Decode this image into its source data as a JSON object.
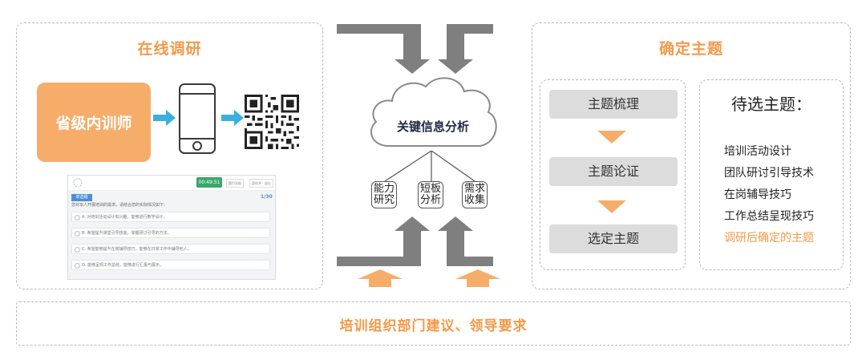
{
  "left": {
    "title": "在线调研",
    "trainer_label": "省级内训师"
  },
  "survey": {
    "timer": "00:49:51",
    "controls": [
      "题目导航",
      "暂存并 · 退出"
    ],
    "tag": "单选题",
    "question": "您对本人开展培训的需求，请结合您的实际情况如下：",
    "number": "1/30",
    "options": [
      "A. 对培训活动设计有兴趣，能够进行教学设计。",
      "B. 希望提升课堂引导技能，掌握研讨引导的方法。",
      "C. 希望能够提升在岗辅导技巧，能够在日常工作中辅导他人。",
      "D. 能够呈现工作总结，能够进行汇报与展示。"
    ]
  },
  "middle": {
    "cloud_label": "关键信息分析",
    "boxes": [
      {
        "line1": "能力",
        "line2": "研究"
      },
      {
        "line1": "短板",
        "line2": "分析"
      },
      {
        "line1": "需求",
        "line2": "收集"
      }
    ]
  },
  "right": {
    "title": "确定主题",
    "steps": [
      "主题梳理",
      "主题论证",
      "选定主题"
    ],
    "candidates_title": "待选主题：",
    "candidates": [
      "培训活动设计",
      "团队研讨引导技术",
      "在岗辅导技巧",
      "工作总结呈现技巧",
      "调研后确定的主题"
    ]
  },
  "bottom": {
    "text": "培训组织部门建议、领导要求"
  },
  "colors": {
    "accent": "#f39a4a",
    "arrow_gray": "#7f7f7f",
    "arrow_blue": "#3ab0e0",
    "step_bg": "#dcdcdc"
  }
}
